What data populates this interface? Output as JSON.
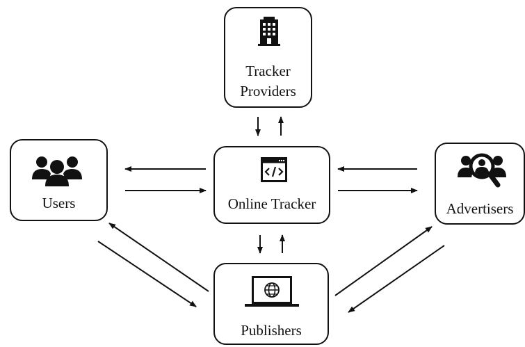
{
  "nodes": {
    "tracker_providers": {
      "label_line1": "Tracker",
      "label_line2": "Providers",
      "icon": "building-icon"
    },
    "users": {
      "label": "Users",
      "icon": "users-group-icon"
    },
    "online_tracker": {
      "label": "Online Tracker",
      "icon": "code-window-icon"
    },
    "advertisers": {
      "label": "Advertisers",
      "icon": "user-search-icon"
    },
    "publishers": {
      "label": "Publishers",
      "icon": "laptop-globe-icon"
    }
  },
  "edges": [
    {
      "from": "online_tracker",
      "to": "tracker_providers"
    },
    {
      "from": "tracker_providers",
      "to": "online_tracker"
    },
    {
      "from": "online_tracker",
      "to": "users"
    },
    {
      "from": "users",
      "to": "online_tracker"
    },
    {
      "from": "online_tracker",
      "to": "advertisers"
    },
    {
      "from": "advertisers",
      "to": "online_tracker"
    },
    {
      "from": "online_tracker",
      "to": "publishers"
    },
    {
      "from": "publishers",
      "to": "online_tracker"
    },
    {
      "from": "users",
      "to": "publishers"
    },
    {
      "from": "publishers",
      "to": "users"
    },
    {
      "from": "advertisers",
      "to": "publishers"
    },
    {
      "from": "publishers",
      "to": "advertisers"
    }
  ],
  "colors": {
    "stroke": "#111111",
    "background": "#ffffff"
  }
}
